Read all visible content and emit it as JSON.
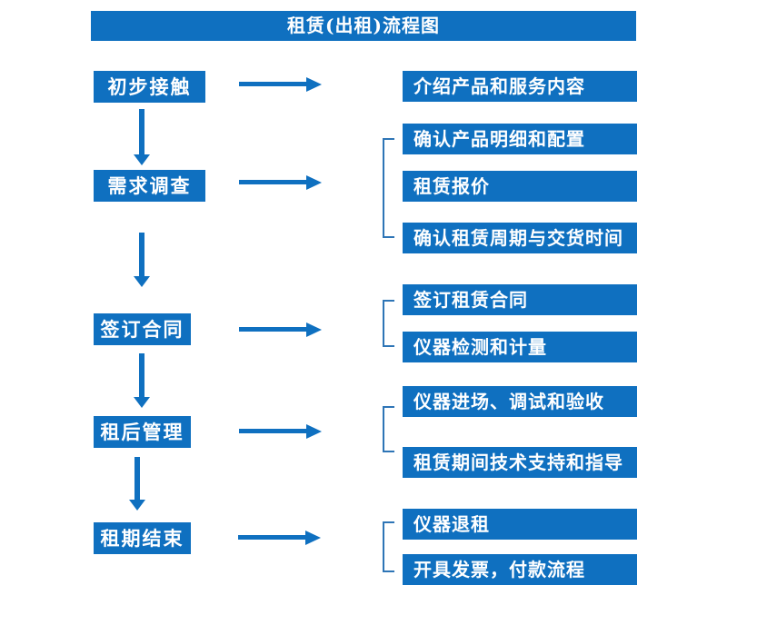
{
  "title": "租赁(出租)流程图",
  "colors": {
    "primary": "#0f70c0",
    "bracket": "#2e75b6",
    "text_on_primary": "#ffffff"
  },
  "steps": [
    {
      "label": "初步接触",
      "children": [
        "介绍产品和服务内容"
      ]
    },
    {
      "label": "需求调查",
      "children": [
        "确认产品明细和配置",
        "租赁报价",
        "确认租赁周期与交货时间"
      ]
    },
    {
      "label": "签订合同",
      "children": [
        "签订租赁合同",
        "仪器检测和计量"
      ]
    },
    {
      "label": "租后管理",
      "children": [
        "仪器进场、调试和验收",
        "租赁期间技术支持和指导"
      ]
    },
    {
      "label": "租期结束",
      "children": [
        "仪器退租",
        "开具发票，付款流程"
      ]
    }
  ]
}
